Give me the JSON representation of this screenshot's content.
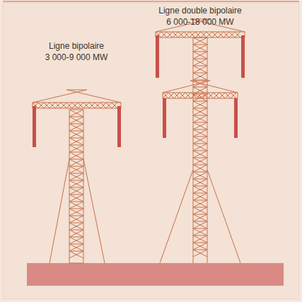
{
  "diagram": {
    "labels": [
      "Ligne bipolaire",
      "3 000-9 000 MW",
      "Ligne double bipolaire",
      "6 000-18 000 MW"
    ]
  }
}
